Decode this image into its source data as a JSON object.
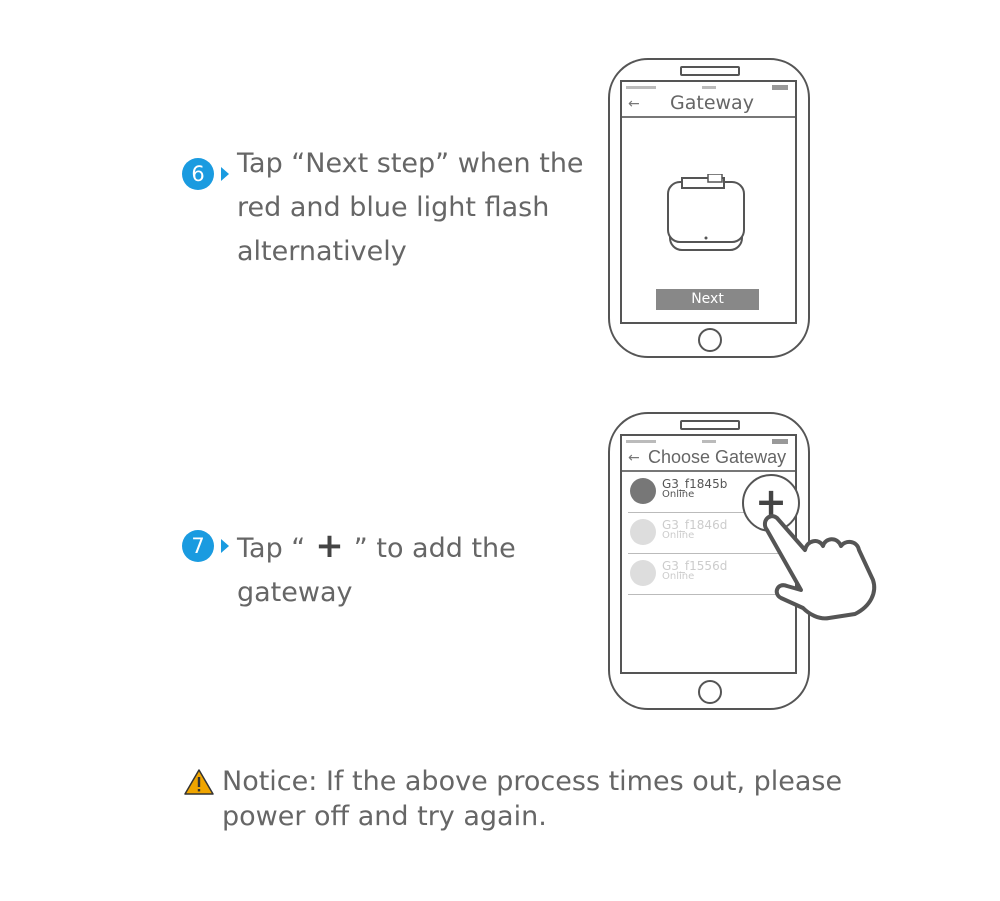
{
  "steps": [
    {
      "number": "6",
      "text": "Tap “Next step” when the\nred and blue light flash\nalternatively"
    },
    {
      "number": "7",
      "text_before": "Tap “",
      "text_symbol": "+",
      "text_after": "” to add the\ngateway"
    }
  ],
  "phone1": {
    "back_icon": "←",
    "title": "Gateway",
    "next_button": "Next"
  },
  "phone2": {
    "back_icon": "←",
    "title": "Choose Gateway",
    "add_icon": "+",
    "gateways": [
      {
        "name": "G3_f1845b",
        "status": "Online",
        "active": true
      },
      {
        "name": "G3_f1846d",
        "status": "Online",
        "active": false
      },
      {
        "name": "G3_f1556d",
        "status": "Online",
        "active": false
      }
    ]
  },
  "notice": {
    "icon": "warning-triangle",
    "text": "Notice: If the above process times out, please\npower off and try again."
  },
  "colors": {
    "accent": "#1a9be0",
    "text": "#666666",
    "warning": "#f0a500"
  }
}
